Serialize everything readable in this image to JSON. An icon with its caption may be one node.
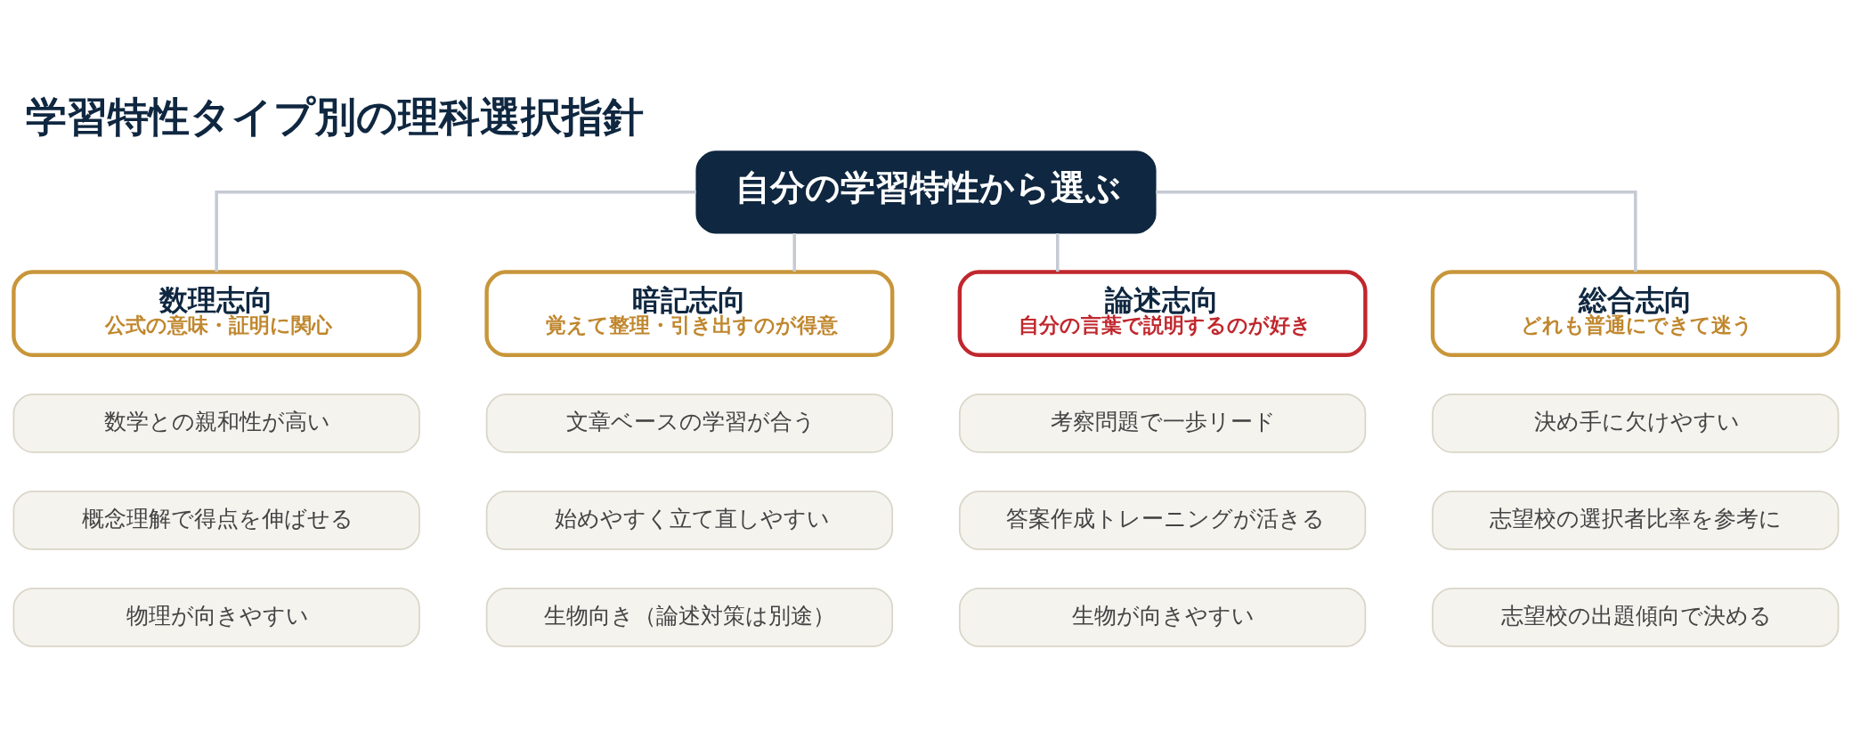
{
  "diagram": {
    "title": "学習特性タイプ別の理科選択指針",
    "nodes": [
      {
        "text": [
          "自分の学習特性から選ぶ"
        ]
      },
      {
        "text": [
          "数理志向",
          "公式の意味・証明に関心"
        ]
      },
      {
        "text": [
          "数学との親和性が高い"
        ]
      },
      {
        "text": [
          "概念理解で得点を伸ばせる"
        ]
      },
      {
        "text": [
          "物理が向きやすい"
        ]
      },
      {
        "text": [
          "暗記志向",
          "覚えて整理・引き出すのが得意"
        ]
      },
      {
        "text": [
          "文章ベースの学習が合う"
        ]
      },
      {
        "text": [
          "始めやすく立て直しやすい"
        ]
      },
      {
        "text": [
          "生物向き（論述対策は別途）"
        ]
      },
      {
        "text": [
          "論述志向",
          "自分の言葉で説明するのが好き"
        ]
      },
      {
        "text": [
          "考察問題で一歩リード"
        ]
      },
      {
        "text": [
          "答案作成トレーニングが活きる"
        ]
      },
      {
        "text": [
          "生物が向きやすい"
        ]
      },
      {
        "text": [
          "総合志向",
          "どれも普通にできて迷う"
        ]
      },
      {
        "text": [
          "決め手に欠けやすい"
        ]
      },
      {
        "text": [
          "志望校の選択者比率を参考に"
        ]
      },
      {
        "text": [
          "志望校の出題傾向で決める"
        ]
      }
    ],
    "edges": [
      {
        "from": 0,
        "to": 1,
        "arrow": "none"
      },
      {
        "from": 0,
        "to": 5,
        "arrow": "none"
      },
      {
        "from": 0,
        "to": 9,
        "arrow": "none"
      },
      {
        "from": 0,
        "to": 13,
        "arrow": "none"
      }
    ]
  }
}
